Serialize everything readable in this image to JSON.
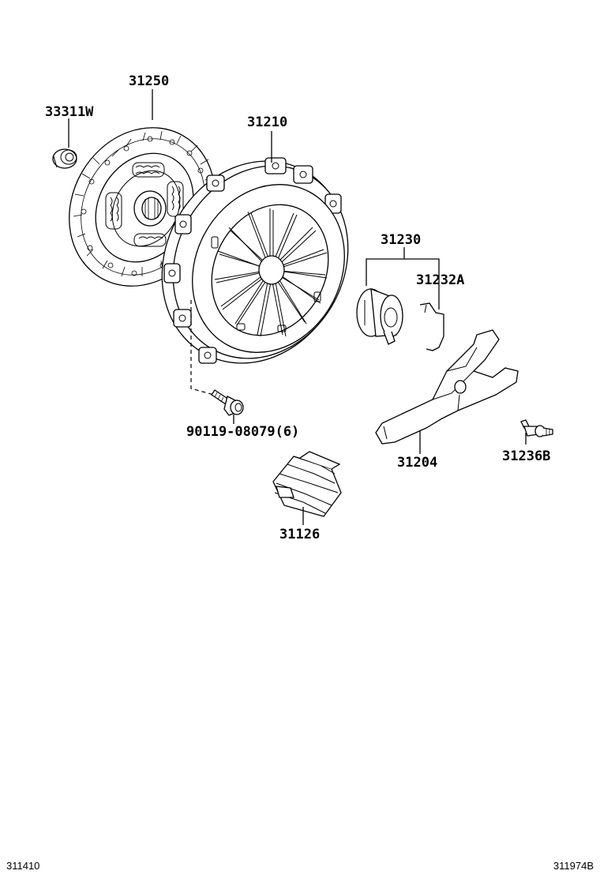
{
  "parts": {
    "pilot_bearing": "33311W",
    "clutch_disc": "31250",
    "clutch_cover": "31210",
    "bolt": "90119-08079(6)",
    "release_bearing_assy": "31230",
    "release_bearing_clip": "31232A",
    "release_fork": "31204",
    "fork_support": "31236B",
    "fork_boot": "31126"
  },
  "codes": {
    "left": "311410",
    "right": "311974B"
  }
}
